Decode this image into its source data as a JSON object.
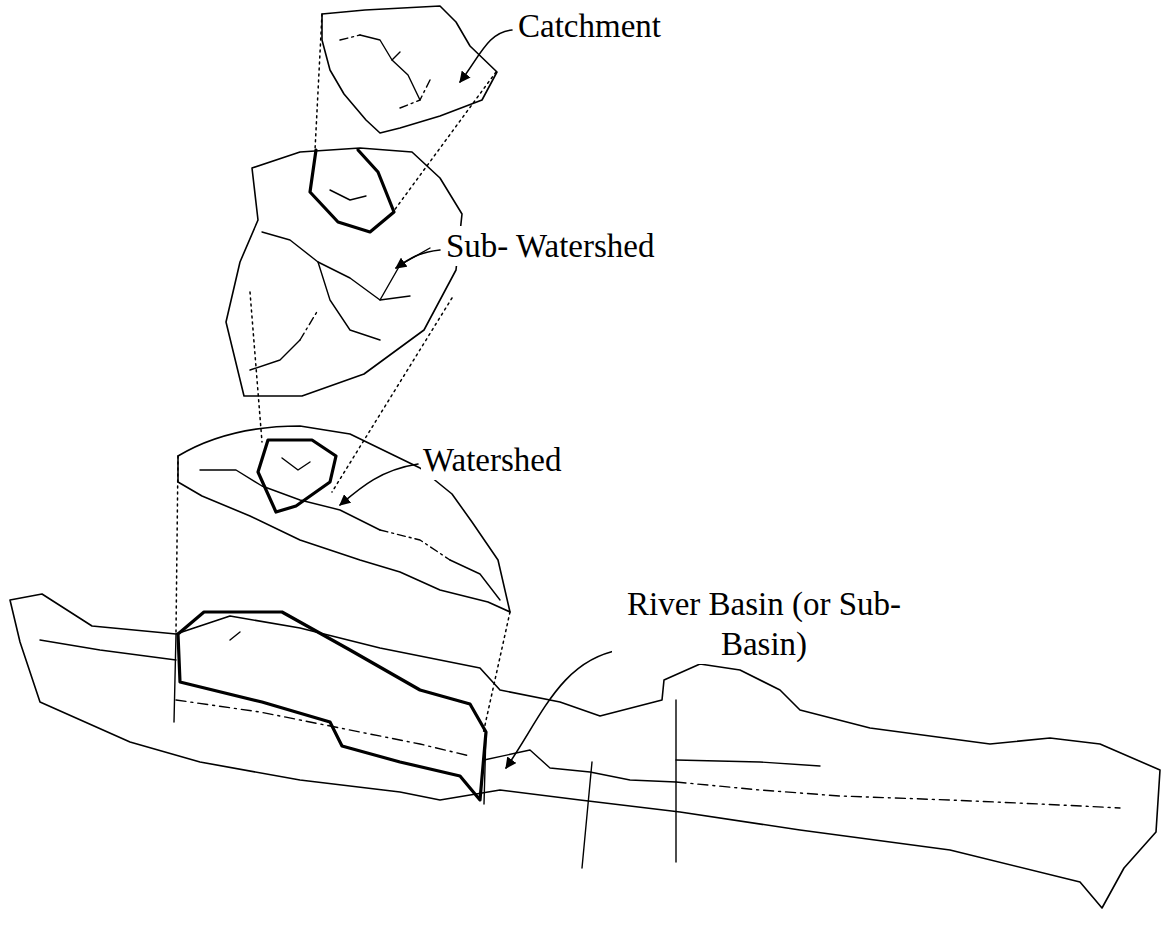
{
  "diagram": {
    "labels": [
      "Catchment",
      "Sub- Watershed",
      "Watershed",
      "River Basin (or Sub-Basin)"
    ]
  }
}
